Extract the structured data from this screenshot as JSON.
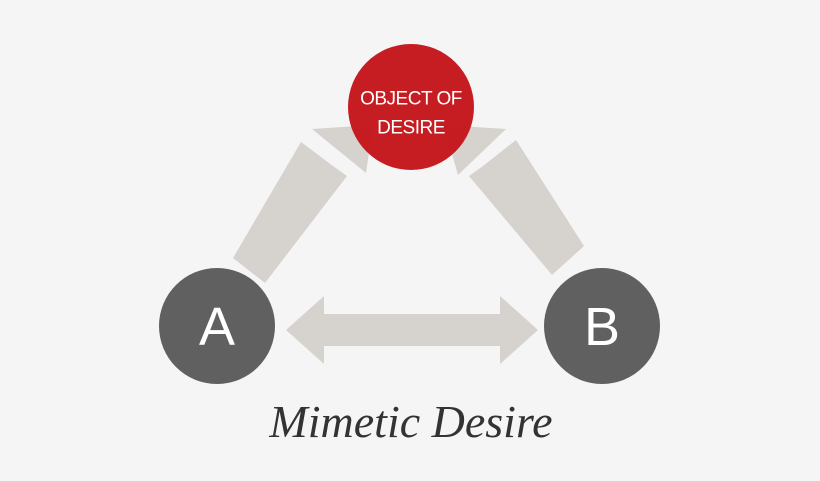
{
  "diagram": {
    "object_label_line1": "OBJECT OF",
    "object_label_line2": "DESIRE",
    "node_a_label": "A",
    "node_b_label": "B",
    "caption": "Mimetic Desire"
  },
  "colors": {
    "background": "#f5f5f5",
    "object_node": "#c4161c",
    "person_node": "#606060",
    "arrow": "#d6d2cd",
    "caption_text": "#333333"
  }
}
